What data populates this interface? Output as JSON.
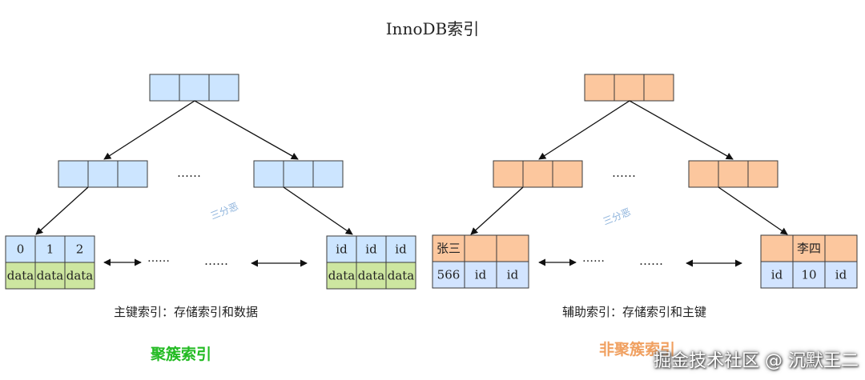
{
  "title": "InnoDB索引",
  "clustered": {
    "leaf_left_keys": [
      "0",
      "1",
      "2"
    ],
    "leaf_left_data": [
      "data",
      "data",
      "data"
    ],
    "leaf_right_keys": [
      "id",
      "id",
      "id"
    ],
    "leaf_right_data": [
      "data",
      "data",
      "data"
    ],
    "ellipsis_mid": "……",
    "ellipsis_near": "……",
    "ellipsis_bottom": "……",
    "caption": "主键索引：存储索引和数据",
    "label": "聚簇索引",
    "label_color": "#22bb22",
    "fill": "#cce5ff",
    "leaf_data_fill": "#cde6a0"
  },
  "secondary": {
    "leaf_left_keys": [
      "张三",
      "",
      ""
    ],
    "leaf_left_data": [
      "566",
      "id",
      "id"
    ],
    "leaf_right_keys": [
      "",
      "李四",
      ""
    ],
    "leaf_right_data": [
      "id",
      "10",
      "id"
    ],
    "ellipsis_mid": "……",
    "ellipsis_near": "……",
    "ellipsis_bottom": "……",
    "caption": "辅助索引：存储索引和主键",
    "label": "非聚簇索引",
    "label_color": "#f0a060",
    "fill": "#fcc79e",
    "leaf_data_fill": "#d2e4ff"
  },
  "watermark": "三分恶",
  "corner_text": "掘金技术社区 @ 沉默王二"
}
